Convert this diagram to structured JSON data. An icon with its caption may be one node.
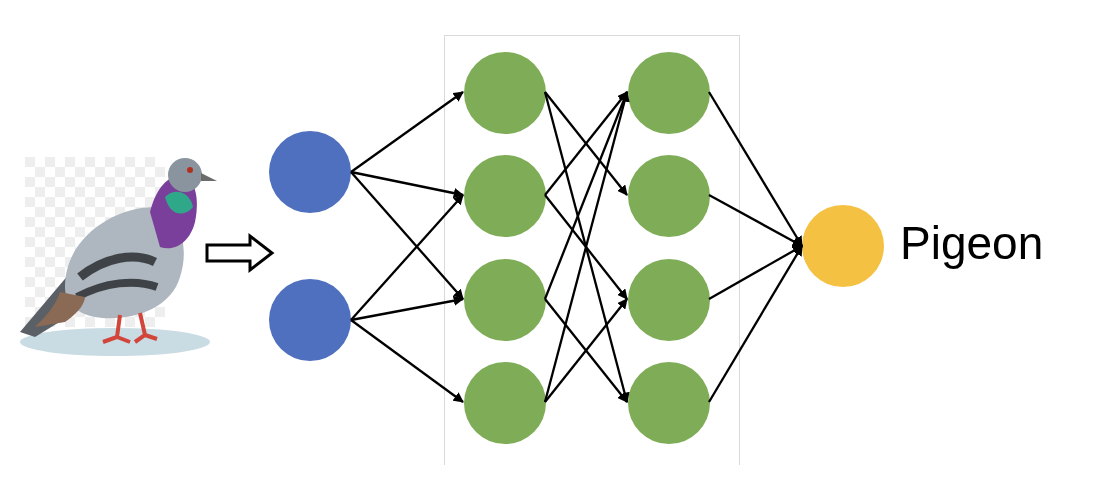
{
  "diagram": {
    "nodes": [
      {
        "text": [],
        "shape": "picture"
      },
      {
        "text": [],
        "shape": "box"
      },
      {
        "text": [],
        "shape": "circle"
      },
      {
        "text": [],
        "shape": "circle"
      },
      {
        "text": [],
        "shape": "circle",
        "in": 1
      },
      {
        "text": [],
        "shape": "circle",
        "in": 1
      },
      {
        "text": [],
        "shape": "circle",
        "in": 1
      },
      {
        "text": [],
        "shape": "circle",
        "in": 1
      },
      {
        "text": [],
        "shape": "circle",
        "in": 1
      },
      {
        "text": [],
        "shape": "circle",
        "in": 1
      },
      {
        "text": [],
        "shape": "circle",
        "in": 1
      },
      {
        "text": [],
        "shape": "circle",
        "in": 1
      },
      {
        "text": [],
        "shape": "circle",
        "beside": [
          "Pigeon"
        ]
      }
    ],
    "edges": [
      {
        "from": 0,
        "to": null,
        "arrow": "to"
      },
      {
        "from": 2,
        "to": 4,
        "arrow": "to"
      },
      {
        "from": 2,
        "to": 5,
        "arrow": "to"
      },
      {
        "from": 2,
        "to": 6,
        "arrow": "to"
      },
      {
        "from": 3,
        "to": 5,
        "arrow": "to"
      },
      {
        "from": 3,
        "to": 6,
        "arrow": "to"
      },
      {
        "from": 3,
        "to": 7,
        "arrow": "to"
      },
      {
        "from": 4,
        "to": 9,
        "arrow": "to"
      },
      {
        "from": 4,
        "to": 11,
        "arrow": "to"
      },
      {
        "from": 5,
        "to": 8,
        "arrow": "to"
      },
      {
        "from": 5,
        "to": 10,
        "arrow": "to"
      },
      {
        "from": 6,
        "to": 8,
        "arrow": "to"
      },
      {
        "from": 6,
        "to": 11,
        "arrow": "to"
      },
      {
        "from": 7,
        "to": 8,
        "arrow": "to"
      },
      {
        "from": 7,
        "to": 10,
        "arrow": "to"
      },
      {
        "from": 8,
        "to": 12,
        "arrow": "to"
      },
      {
        "from": 9,
        "to": 12,
        "arrow": "to"
      },
      {
        "from": 10,
        "to": 12,
        "arrow": "to"
      },
      {
        "from": 11,
        "to": 12,
        "arrow": "to"
      }
    ]
  }
}
